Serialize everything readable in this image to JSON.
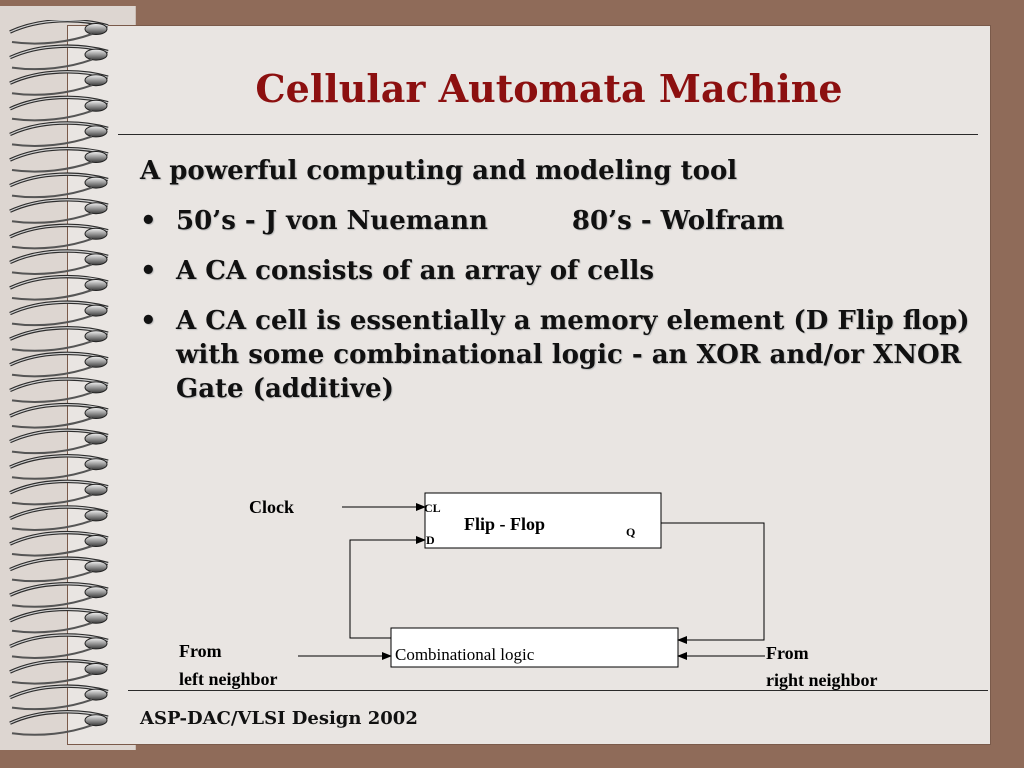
{
  "slide": {
    "title": "Cellular Automata Machine",
    "heading": "A powerful computing and modeling tool",
    "bullets": [
      {
        "text_a": "50’s - J von Nuemann",
        "text_b": "80’s -  Wolfram"
      },
      {
        "text": "A CA consists of an array of cells"
      },
      {
        "text": "A CA cell is essentially a memory element (D Flip flop) with some combinational logic - an XOR  and/or  XNOR Gate (additive)"
      }
    ],
    "bullet_glyph": "•",
    "footer": "ASP-DAC/VLSI Design 2002"
  },
  "diagram": {
    "clock_label": "Clock",
    "flipflop_label": "Flip - Flop",
    "pin_cl": "CL",
    "pin_d": "D",
    "pin_q": "Q",
    "logic_label": "Combinational  logic",
    "from_left_line1": "From",
    "from_left_line2": "left neighbor",
    "from_right_line1": "From",
    "from_right_line2": "right neighbor"
  },
  "colors": {
    "frame": "#8f6b59",
    "page": "#e9e5e2",
    "title": "#8c1010",
    "text": "#111111"
  }
}
